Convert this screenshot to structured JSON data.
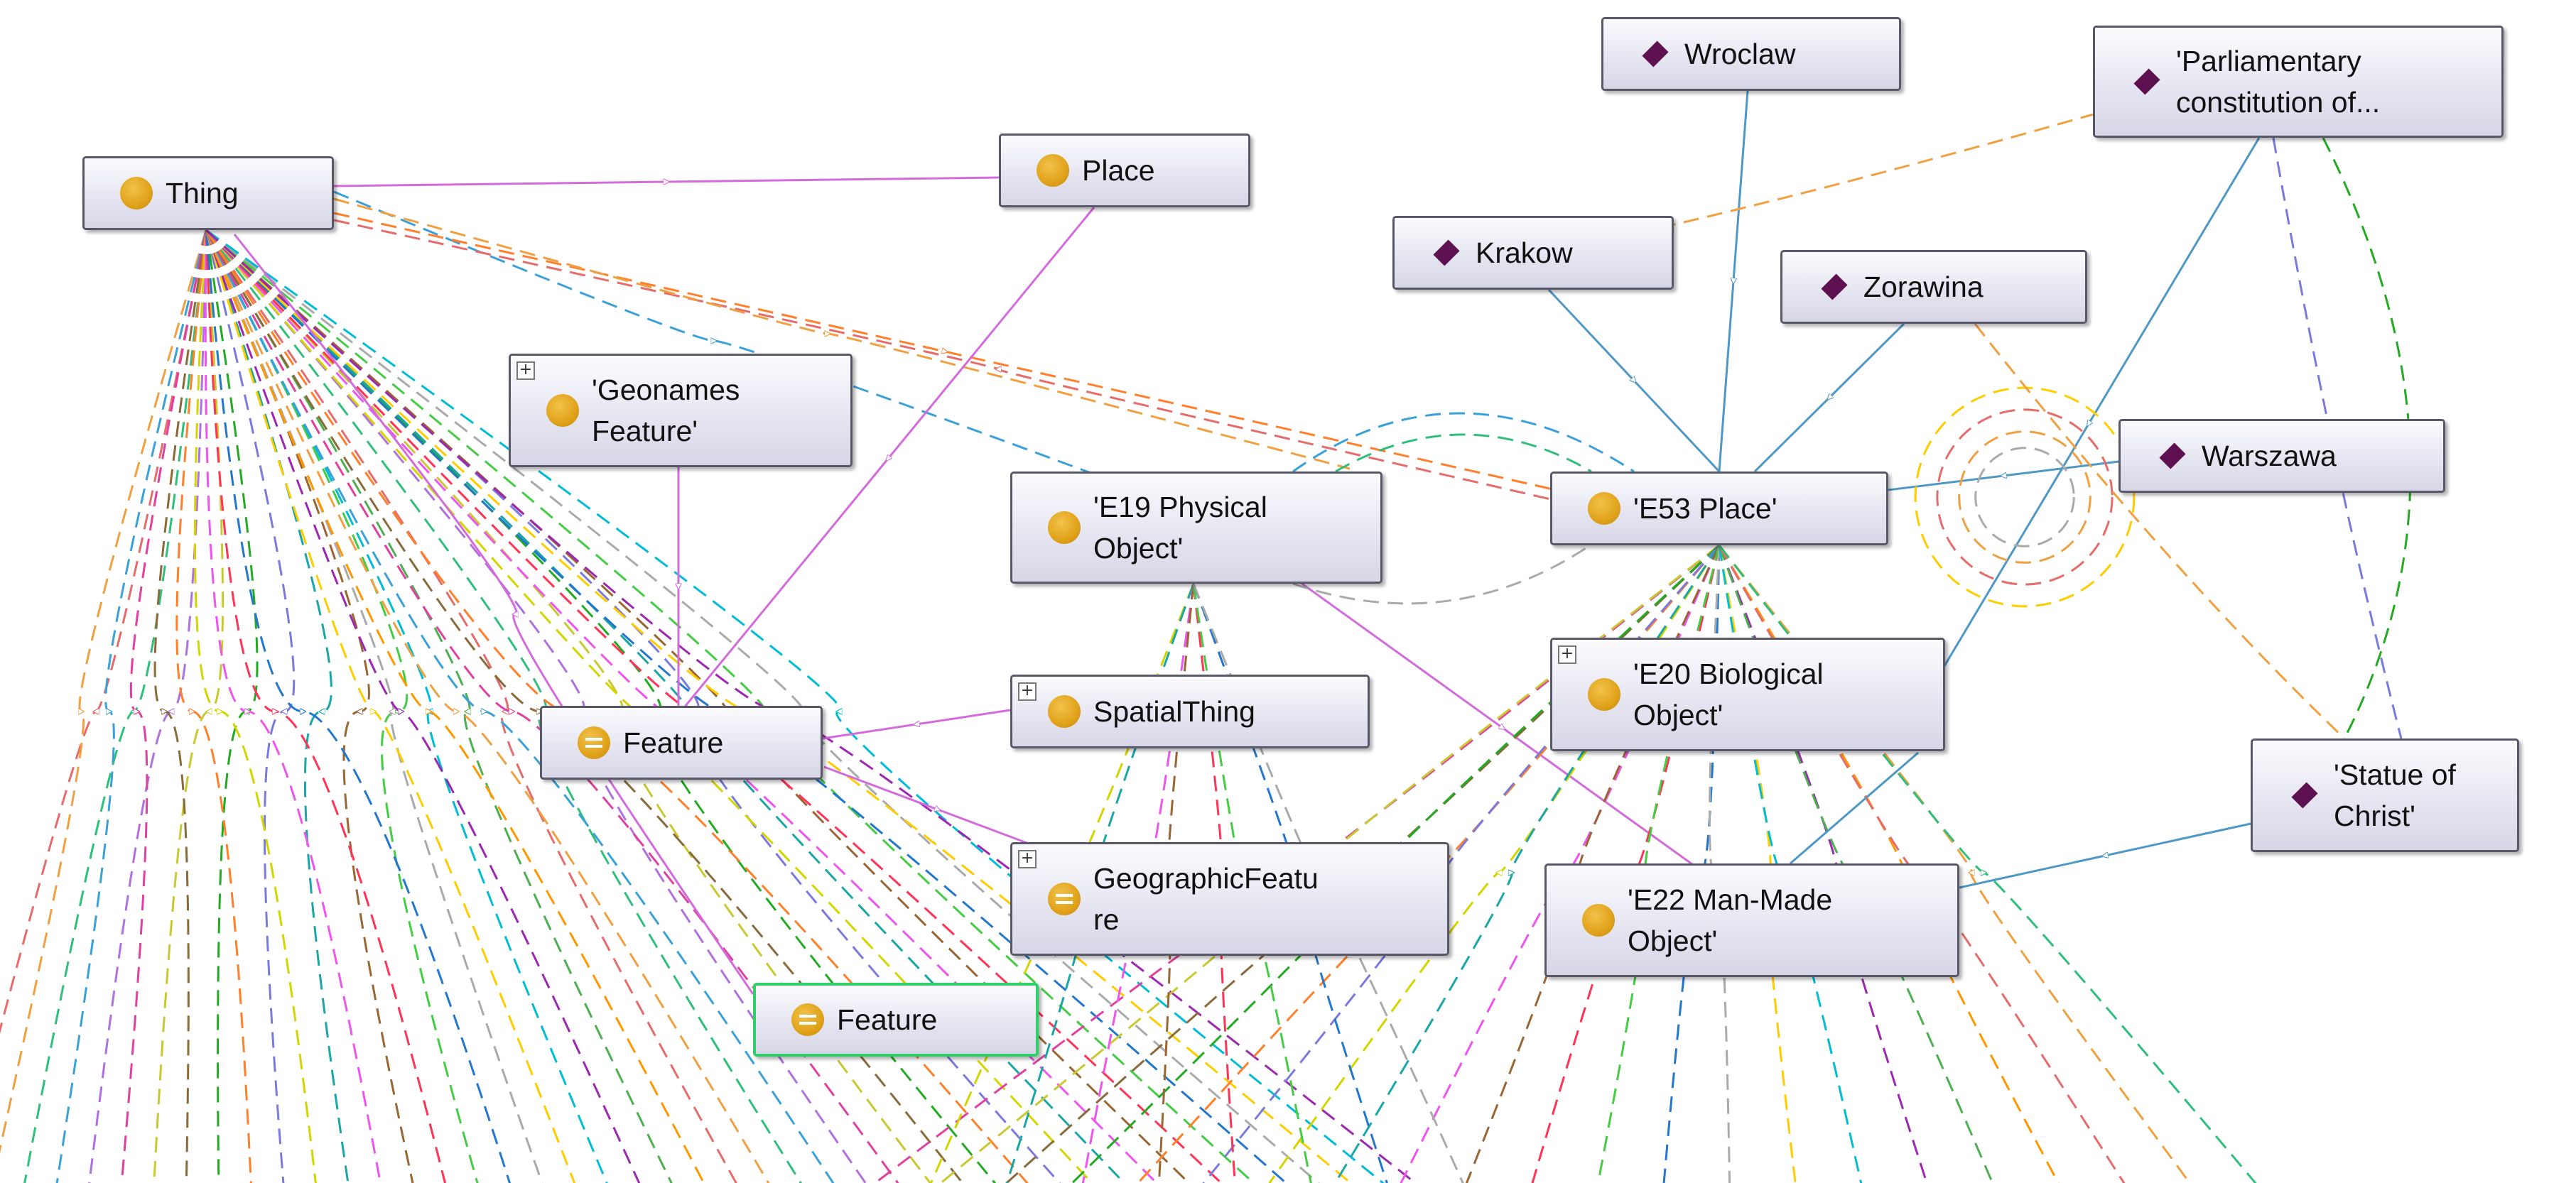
{
  "nodes": [
    {
      "id": "thing",
      "label": "Thing",
      "kind": "class"
    },
    {
      "id": "place",
      "label": "Place",
      "kind": "class"
    },
    {
      "id": "geonames",
      "label": "'Geonames\nFeature'",
      "kind": "class",
      "expandable": true
    },
    {
      "id": "e19",
      "label": "'E19 Physical\nObject'",
      "kind": "class"
    },
    {
      "id": "e53",
      "label": "'E53 Place'",
      "kind": "class"
    },
    {
      "id": "feature1",
      "label": "Feature",
      "kind": "equivalent"
    },
    {
      "id": "spatial",
      "label": "SpatialThing",
      "kind": "class",
      "expandable": true
    },
    {
      "id": "e20",
      "label": "'E20 Biological\nObject'",
      "kind": "class",
      "expandable": true
    },
    {
      "id": "geofeature",
      "label": "GeographicFeatu\nre",
      "kind": "equivalent",
      "expandable": true
    },
    {
      "id": "e22",
      "label": "'E22 Man-Made\nObject'",
      "kind": "class"
    },
    {
      "id": "feature2",
      "label": "Feature",
      "kind": "equivalent",
      "selected": true
    },
    {
      "id": "wroclaw",
      "label": "Wroclaw",
      "kind": "individual"
    },
    {
      "id": "parliament",
      "label": "'Parliamentary\nconstitution of...",
      "kind": "individual"
    },
    {
      "id": "krakow",
      "label": "Krakow",
      "kind": "individual"
    },
    {
      "id": "zorawina",
      "label": "Zorawina",
      "kind": "individual"
    },
    {
      "id": "warszawa",
      "label": "Warszawa",
      "kind": "individual"
    },
    {
      "id": "statue",
      "label": "'Statue of\nChrist'",
      "kind": "individual"
    }
  ],
  "icons": {
    "class": "class-circle-icon",
    "equivalent": "equivalent-class-icon",
    "individual": "individual-diamond-icon",
    "expand": "expand-plus-icon"
  },
  "expand_glyph": "+",
  "colors": {
    "node_border": "#585868",
    "selected_border": "#2fd06a",
    "class_icon": "#e0a21a",
    "individual_icon": "#5e1150",
    "subclass_edge": "#d36bdc",
    "type_edge": "#4f98c6"
  }
}
